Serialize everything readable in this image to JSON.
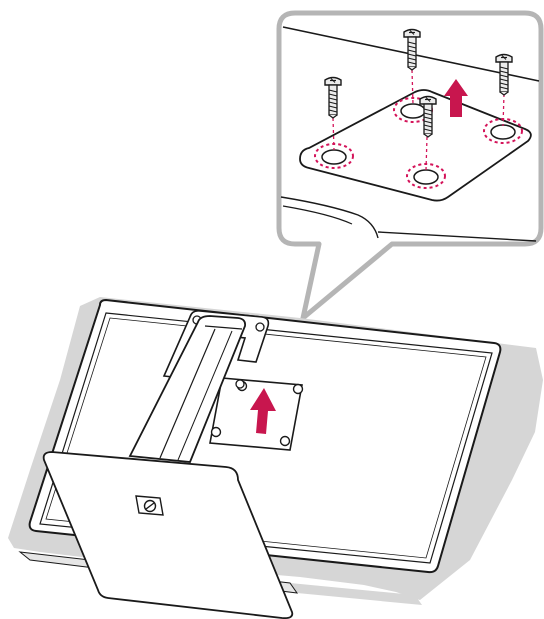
{
  "figure": {
    "type": "assembly-instruction-illustration",
    "subject": "monitor-stand-removal",
    "callout": {
      "shows": "vesa-mount-plate-with-four-screws",
      "screw_count": 4,
      "highlighted_holes": 4
    },
    "colors": {
      "background": "#ffffff",
      "line": "#1a1a1a",
      "callout_border": "#b5b5b5",
      "shadow": "#d6d6d6",
      "arrow_accent": "#c8164e",
      "hole_highlight": "#d4145a",
      "screw_fill": "#ececec"
    },
    "icons": [
      "up-arrow-icon",
      "screw-icon",
      "dashed-circle-icon"
    ]
  }
}
